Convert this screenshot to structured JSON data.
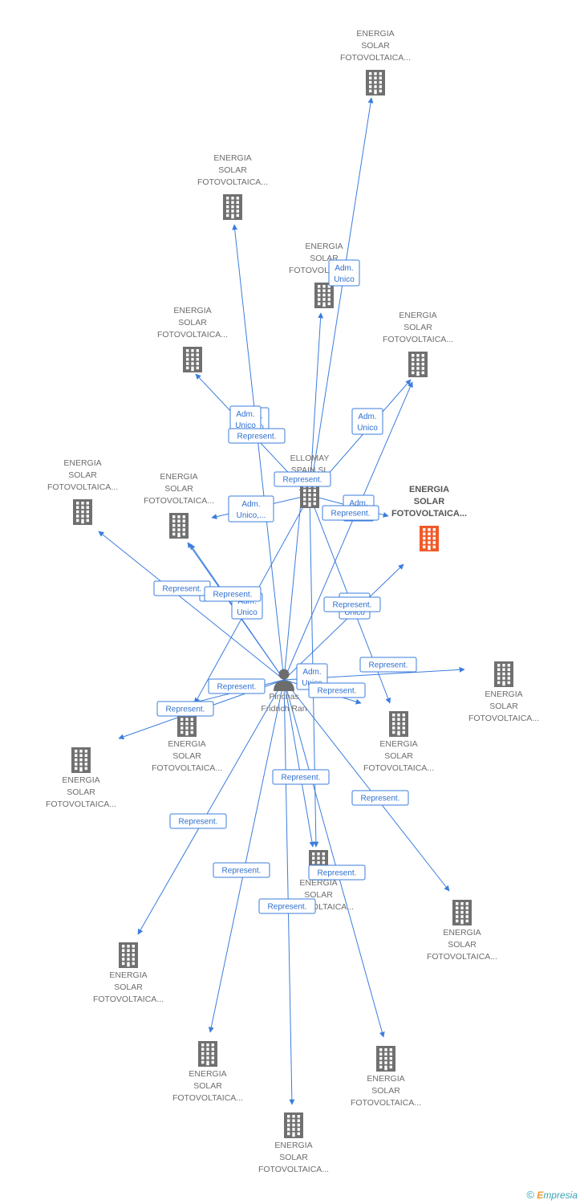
{
  "nodes": [
    {
      "id": "n_top",
      "kind": "company",
      "lines": [
        "ENERGIA",
        "SOLAR",
        "FOTOVOLTAICA..."
      ]
    },
    {
      "id": "n_upleft",
      "kind": "company",
      "lines": [
        "ENERGIA",
        "SOLAR",
        "FOTOVOLTAICA..."
      ]
    },
    {
      "id": "n_mid_top",
      "kind": "company",
      "lines": [
        "ENERGIA",
        "SOLAR",
        "FOTOVOLTAICA..."
      ]
    },
    {
      "id": "n_left3",
      "kind": "company",
      "lines": [
        "ENERGIA",
        "SOLAR",
        "FOTOVOLTAICA..."
      ]
    },
    {
      "id": "n_right3",
      "kind": "company",
      "lines": [
        "ENERGIA",
        "SOLAR",
        "FOTOVOLTAICA..."
      ]
    },
    {
      "id": "n_ellomay",
      "kind": "company",
      "lines": [
        "ELLOMAY",
        "SPAIN SL"
      ]
    },
    {
      "id": "n_farleft",
      "kind": "company",
      "lines": [
        "ENERGIA",
        "SOLAR",
        "FOTOVOLTAICA..."
      ]
    },
    {
      "id": "n_left4",
      "kind": "company",
      "lines": [
        "ENERGIA",
        "SOLAR",
        "FOTOVOLTAICA..."
      ]
    },
    {
      "id": "n_highlight",
      "kind": "company",
      "highlight": true,
      "lines": [
        "ENERGIA",
        "SOLAR",
        "FOTOVOLTAICA..."
      ]
    },
    {
      "id": "n_right5",
      "kind": "company",
      "lines": [
        "ENERGIA",
        "SOLAR",
        "FOTOVOLTAICA..."
      ]
    },
    {
      "id": "n_person",
      "kind": "person",
      "lines": [
        "Pinchas",
        "Fridrich Ran"
      ]
    },
    {
      "id": "n_left6",
      "kind": "company",
      "lines": [
        "ENERGIA",
        "SOLAR",
        "FOTOVOLTAICA..."
      ]
    },
    {
      "id": "n_right6",
      "kind": "company",
      "lines": [
        "ENERGIA",
        "SOLAR",
        "FOTOVOLTAICA..."
      ]
    },
    {
      "id": "n_farleft7",
      "kind": "company",
      "lines": [
        "ENERGIA",
        "SOLAR",
        "FOTOVOLTAICA..."
      ]
    },
    {
      "id": "n_center8",
      "kind": "company",
      "lines": [
        "ENERGIA",
        "SOLAR",
        "FOTOVOLTAICA..."
      ]
    },
    {
      "id": "n_right8",
      "kind": "company",
      "lines": [
        "ENERGIA",
        "SOLAR",
        "FOTOVOLTAICA..."
      ]
    },
    {
      "id": "n_left9",
      "kind": "company",
      "lines": [
        "ENERGIA",
        "SOLAR",
        "FOTOVOLTAICA..."
      ]
    },
    {
      "id": "n_b1",
      "kind": "company",
      "lines": [
        "ENERGIA",
        "SOLAR",
        "FOTOVOLTAICA..."
      ]
    },
    {
      "id": "n_b2",
      "kind": "company",
      "lines": [
        "ENERGIA",
        "SOLAR",
        "FOTOVOLTAICA..."
      ]
    },
    {
      "id": "n_b3",
      "kind": "company",
      "lines": [
        "ENERGIA",
        "SOLAR",
        "FOTOVOLTAICA..."
      ]
    }
  ],
  "edges": [
    {
      "from": "n_ellomay",
      "to": "n_top",
      "label": [
        "Adm.",
        "Unico"
      ]
    },
    {
      "from": "n_ellomay",
      "to": "n_mid_top",
      "label": [
        "Adm.",
        "Unico"
      ]
    },
    {
      "from": "n_ellomay",
      "to": "n_right3",
      "label": [
        "Adm.",
        "Unico"
      ]
    },
    {
      "from": "n_ellomay",
      "to": "n_left3",
      "label": [
        "Adm.",
        "Unico"
      ]
    },
    {
      "from": "n_ellomay",
      "to": "n_left4",
      "label": [
        "Adm.",
        "Unico,..."
      ]
    },
    {
      "from": "n_ellomay",
      "to": "n_highlight",
      "label": [
        "Adm.",
        "Unico"
      ]
    },
    {
      "from": "n_ellomay",
      "to": "n_right6",
      "label": [
        "Adm.",
        "Unico"
      ]
    },
    {
      "from": "n_ellomay",
      "to": "n_left6",
      "label": [
        "Adm.",
        "Unico"
      ]
    },
    {
      "from": "n_ellomay",
      "to": "n_center8",
      "label": [
        "Adm.",
        "Unico"
      ]
    },
    {
      "from": "n_person",
      "to": "n_ellomay",
      "label": [
        "Represent."
      ]
    },
    {
      "from": "n_person",
      "to": "n_upleft",
      "label": [
        "Represent."
      ]
    },
    {
      "from": "n_person",
      "to": "n_left3",
      "label": [
        "Represent."
      ]
    },
    {
      "from": "n_person",
      "to": "n_farleft",
      "label": [
        "Represent."
      ]
    },
    {
      "from": "n_person",
      "to": "n_left4",
      "label": [
        "Represent."
      ]
    },
    {
      "from": "n_person",
      "to": "n_right3",
      "label": [
        "Represent."
      ]
    },
    {
      "from": "n_person",
      "to": "n_highlight",
      "label": [
        "Represent."
      ]
    },
    {
      "from": "n_person",
      "to": "n_right5",
      "label": [
        "Represent."
      ]
    },
    {
      "from": "n_person",
      "to": "n_left6",
      "label": [
        "Represent."
      ]
    },
    {
      "from": "n_person",
      "to": "n_farleft7",
      "label": [
        "Represent."
      ]
    },
    {
      "from": "n_person",
      "to": "n_right6",
      "label": [
        "Represent."
      ]
    },
    {
      "from": "n_person",
      "to": "n_center8",
      "label": [
        "Represent."
      ]
    },
    {
      "from": "n_person",
      "to": "n_right8",
      "label": [
        "Represent."
      ]
    },
    {
      "from": "n_person",
      "to": "n_left9",
      "label": [
        "Represent."
      ]
    },
    {
      "from": "n_person",
      "to": "n_b1",
      "label": [
        "Represent."
      ]
    },
    {
      "from": "n_person",
      "to": "n_b2",
      "label": [
        "Represent."
      ]
    },
    {
      "from": "n_person",
      "to": "n_b3",
      "label": [
        "Represent."
      ]
    }
  ],
  "colors": {
    "edge": "#3b7ddd",
    "company": "#707070",
    "highlight": "#f15a29",
    "person": "#6d6d6d"
  },
  "footer": {
    "copyright": "©",
    "brand_e": "E",
    "brand_rest": "mpresia"
  }
}
